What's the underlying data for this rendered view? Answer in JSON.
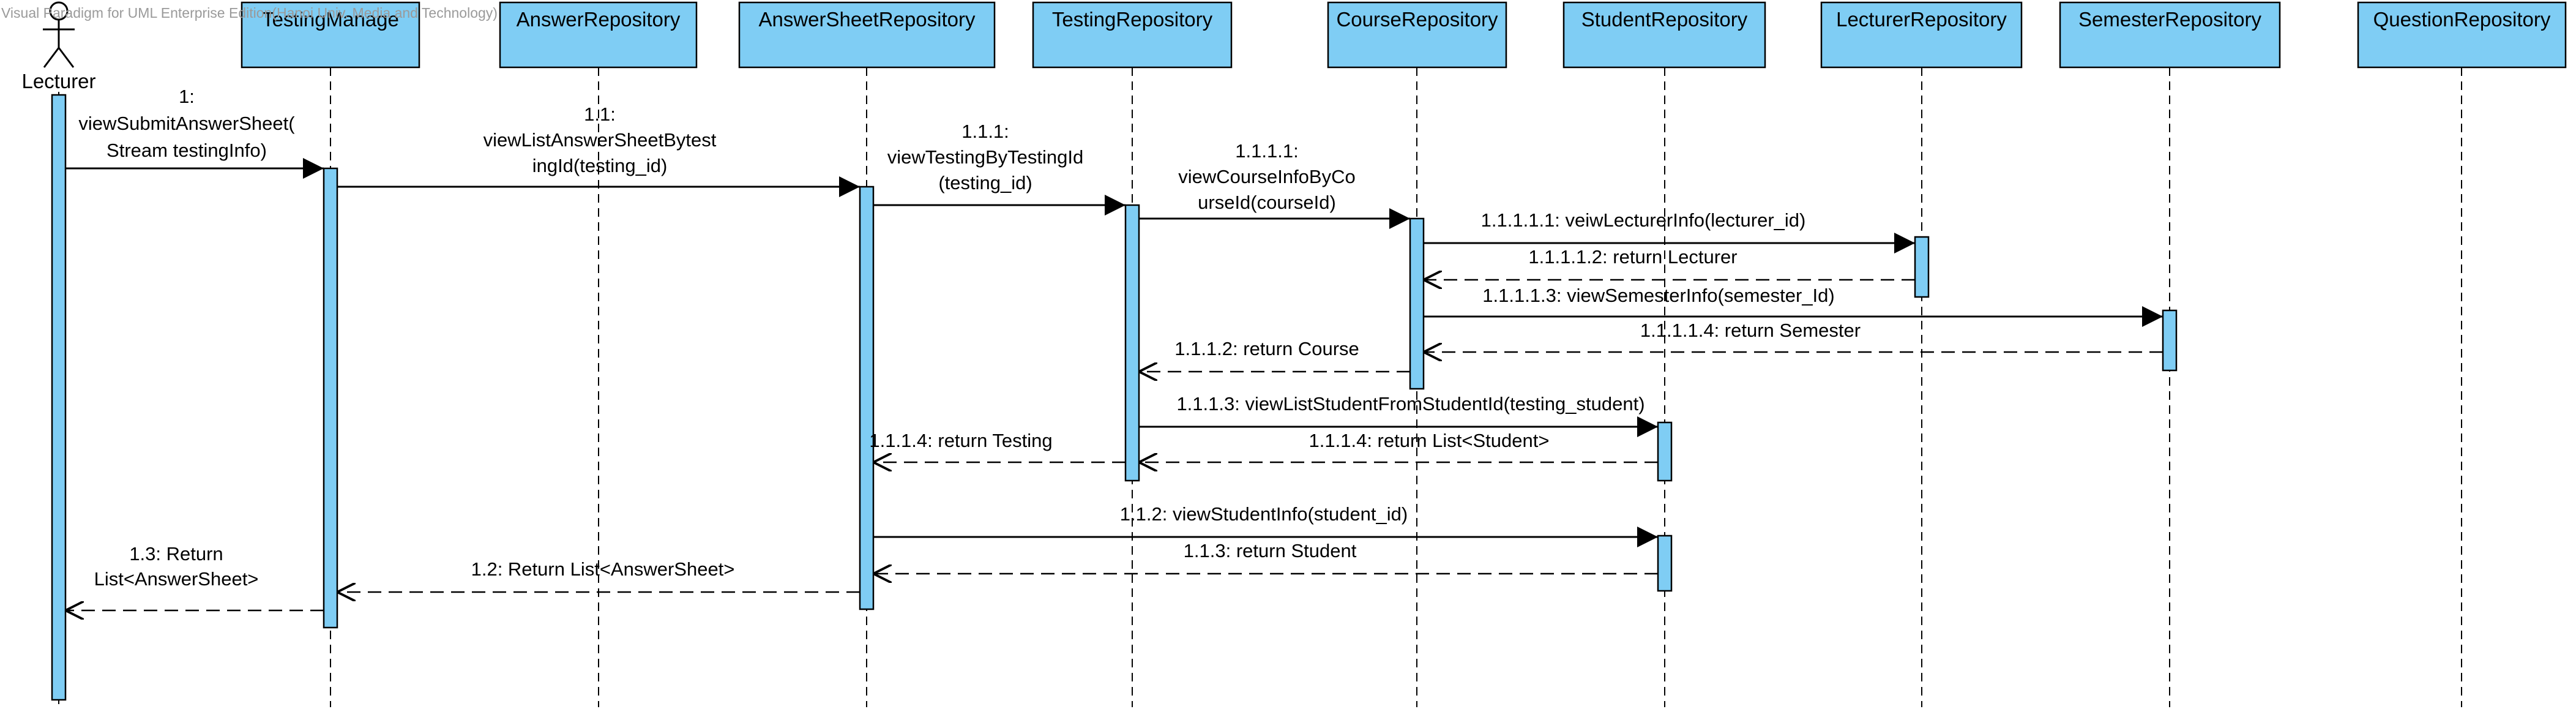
{
  "watermark": "Visual Paradigm for UML Enterprise Edition(Hanoi Univ. Media and Technology)",
  "colors": {
    "box_fill": "#7fcdf4",
    "activation_fill": "#7fcdf4",
    "stroke": "#000000",
    "background": "#ffffff"
  },
  "actor": {
    "name": "Lecturer",
    "icon": "stick-figure-actor-icon"
  },
  "lifelines": [
    {
      "id": "testingmanage",
      "label": "TestingManage"
    },
    {
      "id": "answerrepository",
      "label": "AnswerRepository"
    },
    {
      "id": "answersheetrepository",
      "label": "AnswerSheetRepository"
    },
    {
      "id": "testingrepository",
      "label": "TestingRepository"
    },
    {
      "id": "courserepository",
      "label": "CourseRepository"
    },
    {
      "id": "studentrepository",
      "label": "StudentRepository"
    },
    {
      "id": "lecturerrepository",
      "label": "LecturerRepository"
    },
    {
      "id": "semesterrepository",
      "label": "SemesterRepository"
    },
    {
      "id": "questionrepository",
      "label": "QuestionRepository"
    }
  ],
  "messages": [
    {
      "id": "m1",
      "kind": "call",
      "from": "lecturer",
      "to": "testingmanage",
      "lines": [
        "1:",
        "viewSubmitAnswerSheet(",
        "Stream testingInfo)"
      ]
    },
    {
      "id": "m2",
      "kind": "call",
      "from": "testingmanage",
      "to": "answersheetrepository",
      "lines": [
        "1.1:",
        "viewListAnswerSheetBytest",
        "ingId(testing_id)"
      ]
    },
    {
      "id": "m3",
      "kind": "call",
      "from": "answersheetrepository",
      "to": "testingrepository",
      "lines": [
        "1.1.1:",
        "viewTestingByTestingId",
        "(testing_id)"
      ]
    },
    {
      "id": "m4",
      "kind": "call",
      "from": "testingrepository",
      "to": "courserepository",
      "lines": [
        "1.1.1.1:",
        "viewCourseInfoByCo",
        "urseId(courseId)"
      ]
    },
    {
      "id": "m5",
      "kind": "call",
      "from": "courserepository",
      "to": "lecturerrepository",
      "lines": [
        "1.1.1.1.1: veiwLecturerInfo(lecturer_id)"
      ]
    },
    {
      "id": "m6",
      "kind": "return",
      "from": "lecturerrepository",
      "to": "courserepository",
      "lines": [
        "1.1.1.1.2: return Lecturer"
      ]
    },
    {
      "id": "m7",
      "kind": "call",
      "from": "courserepository",
      "to": "semesterrepository",
      "lines": [
        "1.1.1.1.3: viewSemesterInfo(semester_Id)"
      ]
    },
    {
      "id": "m8",
      "kind": "return",
      "from": "semesterrepository",
      "to": "courserepository",
      "lines": [
        "1.1.1.1.4: return Semester"
      ]
    },
    {
      "id": "m9",
      "kind": "return",
      "from": "courserepository",
      "to": "testingrepository",
      "lines": [
        "1.1.1.2: return Course"
      ]
    },
    {
      "id": "m10",
      "kind": "call",
      "from": "testingrepository",
      "to": "studentrepository",
      "lines": [
        "1.1.1.3: viewListStudentFromStudentId(testing_student)"
      ]
    },
    {
      "id": "m11",
      "kind": "return",
      "from": "studentrepository",
      "to": "testingrepository",
      "lines": [
        "1.1.1.4: return List<Student>"
      ]
    },
    {
      "id": "m12",
      "kind": "return",
      "from": "testingrepository",
      "to": "answersheetrepository",
      "lines": [
        "1.1.1.4: return Testing"
      ]
    },
    {
      "id": "m13",
      "kind": "call",
      "from": "answersheetrepository",
      "to": "studentrepository",
      "lines": [
        "1.1.2: viewStudentInfo(student_id)"
      ]
    },
    {
      "id": "m14",
      "kind": "return",
      "from": "studentrepository",
      "to": "answersheetrepository",
      "lines": [
        "1.1.3: return Student"
      ]
    },
    {
      "id": "m15",
      "kind": "return",
      "from": "answersheetrepository",
      "to": "testingmanage",
      "lines": [
        "1.2: Return List<AnswerSheet>"
      ]
    },
    {
      "id": "m16",
      "kind": "return",
      "from": "testingmanage",
      "to": "lecturer",
      "lines": [
        "1.3: Return",
        "List<AnswerSheet>"
      ]
    }
  ]
}
